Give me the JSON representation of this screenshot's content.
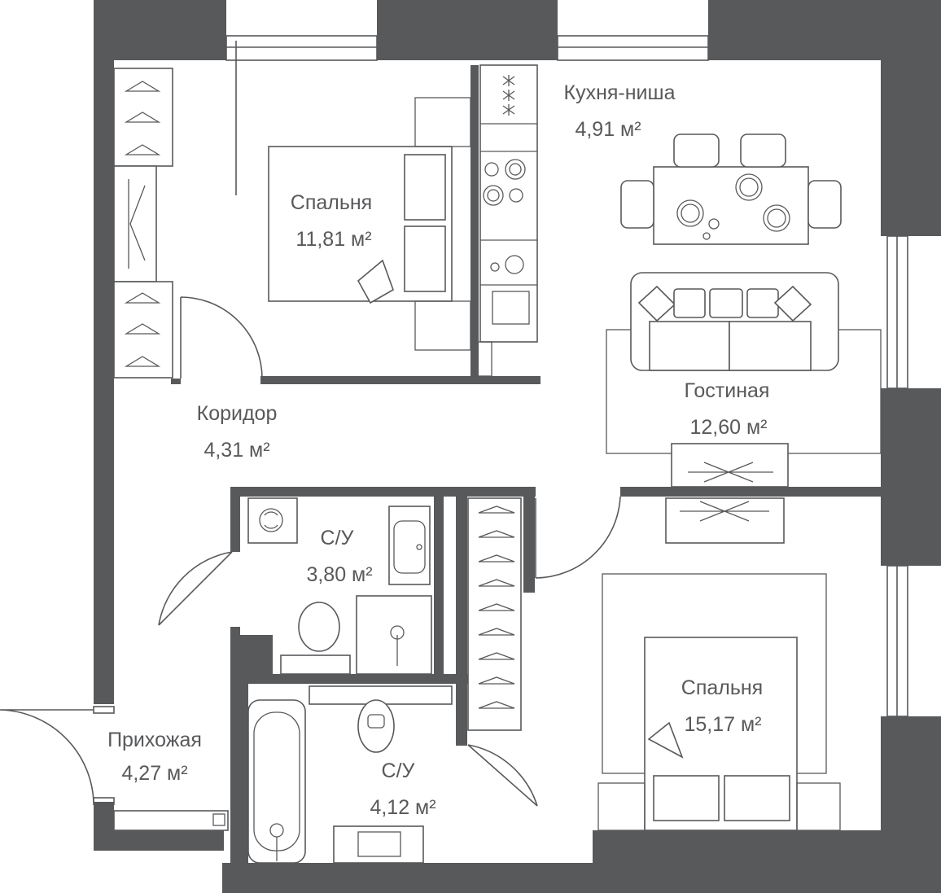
{
  "rooms": [
    {
      "id": "bedroom-1",
      "name": "Спальня",
      "area": "11,81 м²"
    },
    {
      "id": "kitchen",
      "name": "Кухня-ниша",
      "area": "4,91 м²"
    },
    {
      "id": "living",
      "name": "Гостиная",
      "area": "12,60 м²"
    },
    {
      "id": "corridor",
      "name": "Коридор",
      "area": "4,31 м²"
    },
    {
      "id": "bath-1",
      "name": "С/У",
      "area": "3,80 м²"
    },
    {
      "id": "bath-2",
      "name": "С/У",
      "area": "4,12 м²"
    },
    {
      "id": "bedroom-2",
      "name": "Спальня",
      "area": "15,17 м²"
    },
    {
      "id": "hall",
      "name": "Прихожая",
      "area": "4,27 м²"
    }
  ],
  "colors": {
    "walls": "#58595b",
    "background": "#ffffff"
  }
}
